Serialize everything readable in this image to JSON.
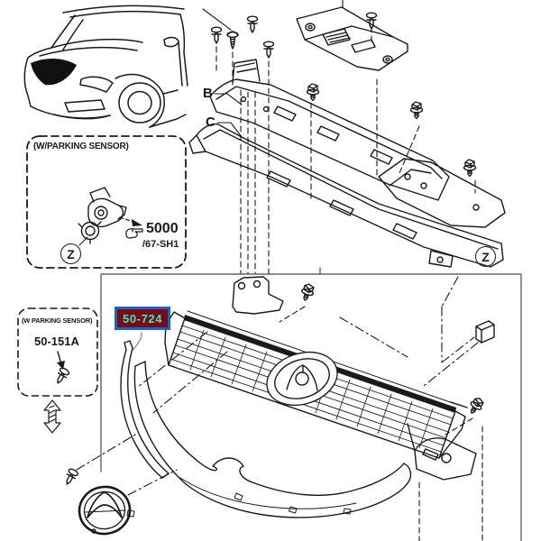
{
  "diagram": {
    "section_labels": {
      "b": "B",
      "c": "C"
    },
    "zoom_marker": "Z",
    "top_sensor_callout": {
      "heading": "(W/PARKING SENSOR)",
      "part_number": "5000",
      "part_code": "/67-SH1"
    },
    "bottom_sensor_callout": {
      "heading": "(W PARKING SENSOR)",
      "part_number": "50-151A"
    },
    "highlighted_part": {
      "part_number": "50-724"
    },
    "colors": {
      "line": "#1a1a1a",
      "highlight_border": "#1565cc",
      "highlight_background": "#7a0c10",
      "highlight_text": "#31e6da"
    }
  }
}
